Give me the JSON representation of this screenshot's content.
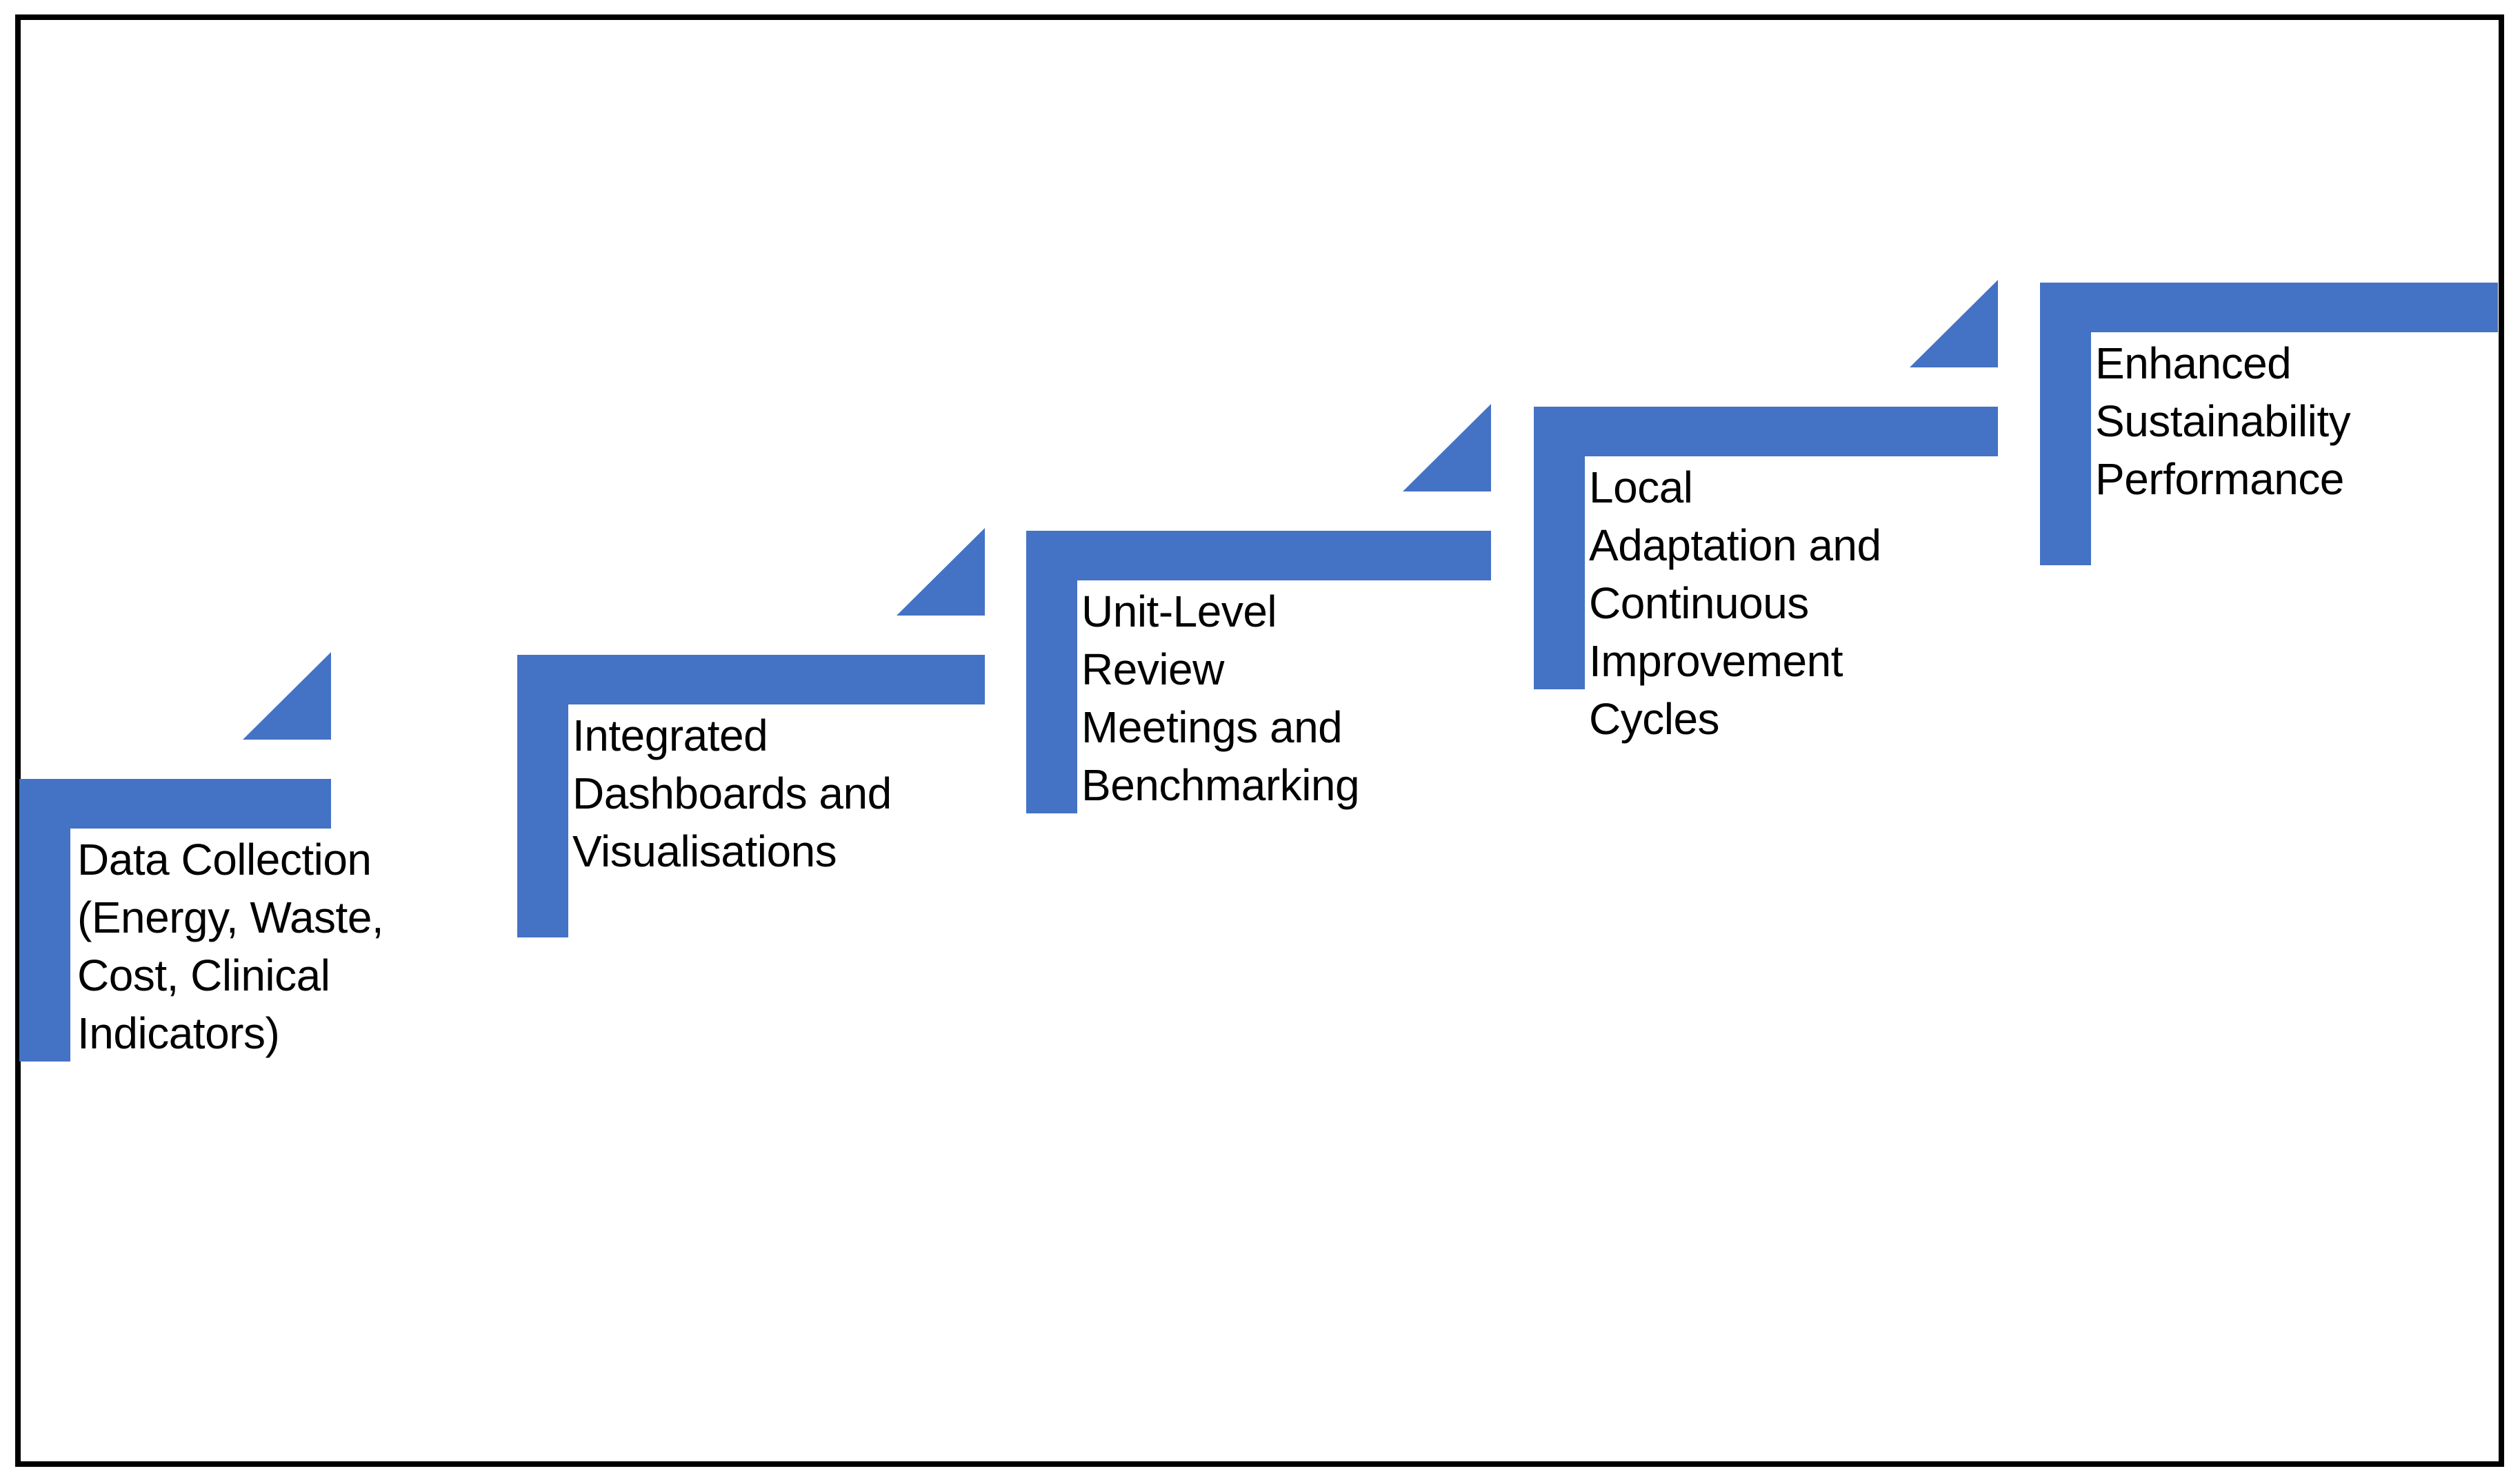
{
  "diagram": {
    "type": "step-up-process",
    "direction": "ascending-left-to-right",
    "step_count": 5,
    "connector_shape": "right-triangle-arrow",
    "steps": [
      {
        "index": 1,
        "label": "Data Collection (Energy, Waste, Cost, Clinical Indicators)",
        "lines": "Data Collection\n(Energy, Waste,\nCost, Clinical\nIndicators)"
      },
      {
        "index": 2,
        "label": "Integrated Dashboards and Visualisations",
        "lines": "Integrated\nDashboards and\nVisualisations"
      },
      {
        "index": 3,
        "label": "Unit-Level Review Meetings and Benchmarking",
        "lines": "Unit-Level\nReview\nMeetings and\nBenchmarking"
      },
      {
        "index": 4,
        "label": "Local Adaptation and Continuous Improvement Cycles",
        "lines": "Local\nAdaptation and\nContinuous\nImprovement\nCycles"
      },
      {
        "index": 5,
        "label": "Enhanced Sustainability Performance",
        "lines": "Enhanced\nSustainability\nPerformance"
      }
    ]
  },
  "colors": {
    "accent": "#4472C4",
    "border": "#000000",
    "background": "#FFFFFF",
    "text": "#000000"
  }
}
